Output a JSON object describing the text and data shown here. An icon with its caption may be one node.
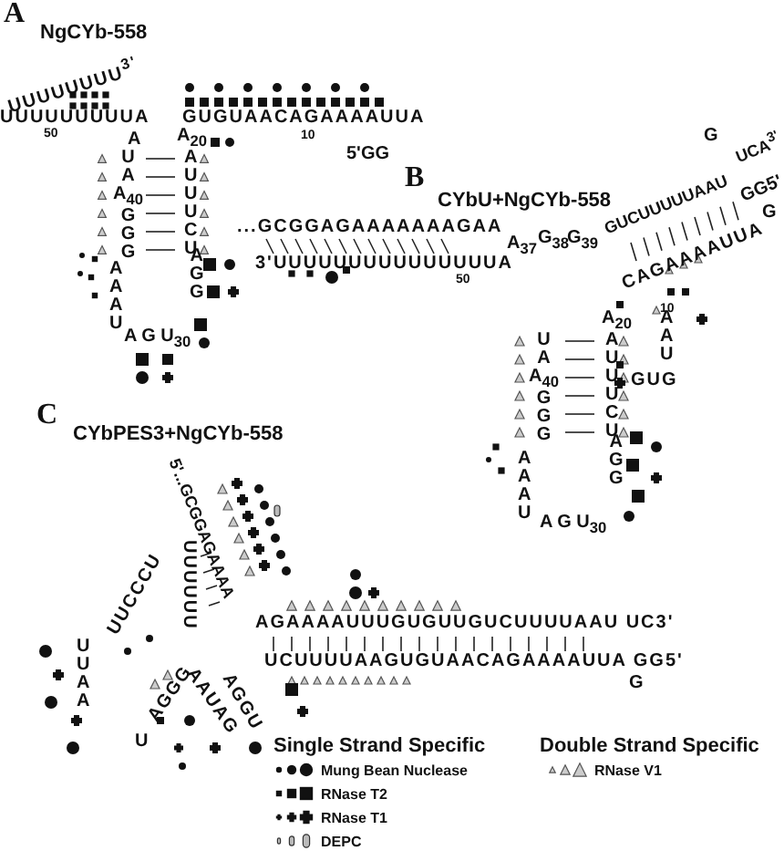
{
  "diagram": {
    "labels": [
      "A",
      "NgCYb-558",
      "UUUUUUUU$^{3'}$",
      "UUUUUUUUUA",
      "50",
      "A",
      "U A A$_{40}$ G G G",
      "A$_{20}$",
      "A U U U C U",
      "A A A U",
      "A G U$_{30}$",
      "A G G",
      "GUGUAACAGAAAAUUA",
      "10",
      "5'GG",
      "B",
      "CYbU+NgCYb-558",
      "...GCGGAGAAAAAAAGAA",
      "3'UUUUUUUUUUUUUUUA",
      "50",
      "A$_{37}$",
      "G$_{38}$",
      "G$_{39}$",
      "GUCUUUUUAAU",
      "UCA$^{3'}$",
      "G",
      "CAGAAAAUUA",
      "GG5'",
      "G",
      "10",
      "U A A$_{40}$ G G G",
      "A$_{20}$",
      "A U U U C U",
      "GUG",
      "A A U",
      "A A A U",
      "A G U$_{30}$",
      "A G G",
      "C",
      "CYbPES3+NgCYb-558",
      "5'...GCGGAGAAAA",
      "UUUUUU",
      "AGAAAAUUUGUGUUGUCUUUUAAU UC3'",
      "UCUUUUAAGUGUAACAGAAAAUUA GG5'",
      "G",
      "UUCCCU",
      "U U A A",
      "AGGG",
      "U",
      "AAUAG",
      "AGGU",
      "Single Strand Specific",
      "Double Strand Specific"
    ],
    "legend": [
      {
        "text": "Mung Bean Nuclease"
      },
      {
        "text": "RNase T2"
      },
      {
        "text": "RNase T1"
      },
      {
        "text": "DEPC"
      },
      {
        "text": "RNase V1"
      }
    ]
  }
}
